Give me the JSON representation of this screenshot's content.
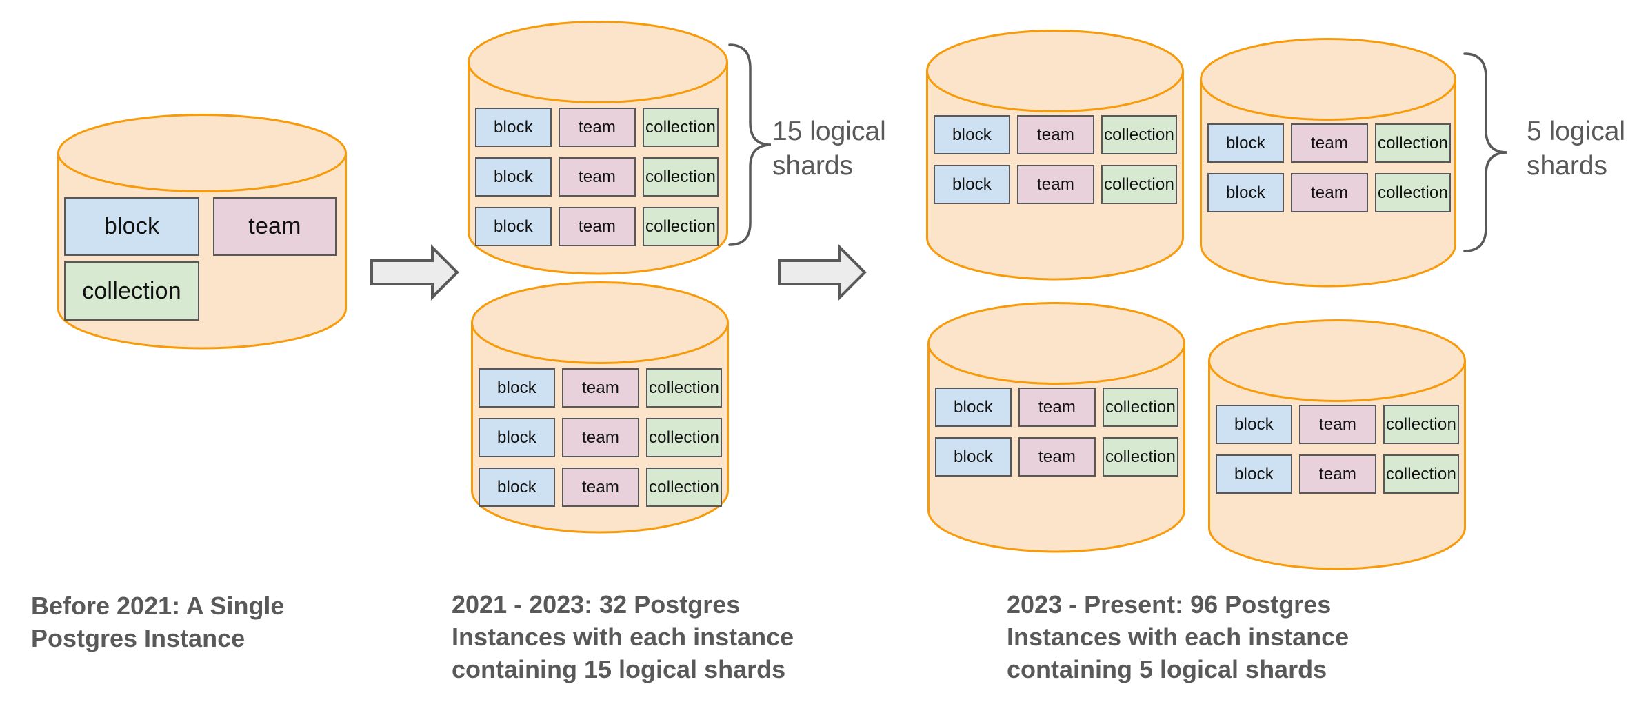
{
  "colors": {
    "cylinder_fill": "#FCE4CA",
    "cylinder_stroke": "#F89B0B",
    "table_block_fill": "#CEE1F2",
    "table_team_fill": "#E9D1DC",
    "table_collection_fill": "#D8E9D2",
    "table_border": "#58585A",
    "arrow_fill": "#ECECEC",
    "gray_text": "#595959"
  },
  "tables": {
    "block": "block",
    "team": "team",
    "collection": "collection"
  },
  "annotations": {
    "middle_shard_label": "15 logical\nshards",
    "right_shard_label": "5 logical\nshards"
  },
  "captions": {
    "before_2021": "Before 2021: A Single\nPostgres Instance",
    "era_2021_2023": "2021 - 2023: 32 Postgres\nInstances with each instance\ncontaining 15 logical shards",
    "era_2023_present": "2023 - Present: 96 Postgres\nInstances with each instance\ncontaining 5 logical shards"
  }
}
